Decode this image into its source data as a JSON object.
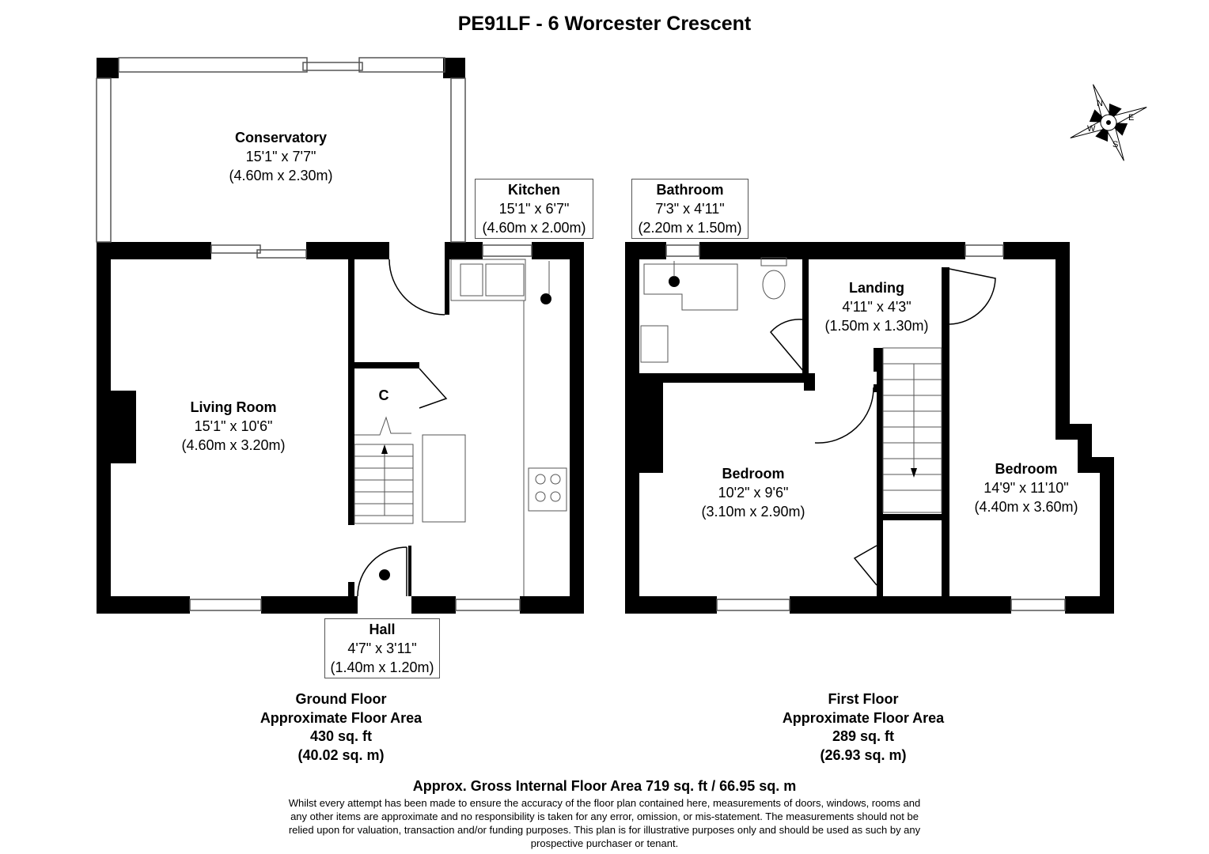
{
  "title": "PE91LF - 6 Worcester Crescent",
  "rooms": {
    "conservatory": {
      "name": "Conservatory",
      "imperial": "15'1\" x 7'7\"",
      "metric": "(4.60m x 2.30m)"
    },
    "kitchen": {
      "name": "Kitchen",
      "imperial": "15'1\" x 6'7\"",
      "metric": "(4.60m x 2.00m)"
    },
    "living_room": {
      "name": "Living Room",
      "imperial": "15'1\" x 10'6\"",
      "metric": "(4.60m x 3.20m)"
    },
    "cupboard": {
      "name": "C"
    },
    "hall": {
      "name": "Hall",
      "imperial": "4'7\" x 3'11\"",
      "metric": "(1.40m x 1.20m)"
    },
    "bathroom": {
      "name": "Bathroom",
      "imperial": "7'3\" x 4'11\"",
      "metric": "(2.20m x 1.50m)"
    },
    "landing": {
      "name": "Landing",
      "imperial": "4'11\" x 4'3\"",
      "metric": "(1.50m x 1.30m)"
    },
    "bedroom_1": {
      "name": "Bedroom",
      "imperial": "10'2\" x 9'6\"",
      "metric": "(3.10m x 2.90m)"
    },
    "bedroom_2": {
      "name": "Bedroom",
      "imperial": "14'9\" x 11'10\"",
      "metric": "(4.40m x 3.60m)"
    }
  },
  "ground_floor": {
    "name": "Ground Floor",
    "area_label": "Approximate Floor Area",
    "sqft": "430 sq. ft",
    "sqm": "(40.02 sq. m)"
  },
  "first_floor": {
    "name": "First Floor",
    "area_label": "Approximate Floor Area",
    "sqft": "289 sq. ft",
    "sqm": "(26.93 sq. m)"
  },
  "gross_area": "Approx. Gross Internal Floor Area 719 sq. ft / 66.95 sq. m",
  "disclaimer": "Whilst every attempt has been made to ensure the accuracy of the floor plan contained here, measurements of doors, windows, rooms and any other items are approximate and no responsibility is taken for any error, omission, or mis-statement. The measurements should not be relied upon for valuation, transaction and/or funding purposes. This plan is for illustrative purposes only and should be used as such by any prospective purchaser or tenant.",
  "compass": {
    "n": "N",
    "e": "E",
    "s": "S",
    "w": "W"
  }
}
